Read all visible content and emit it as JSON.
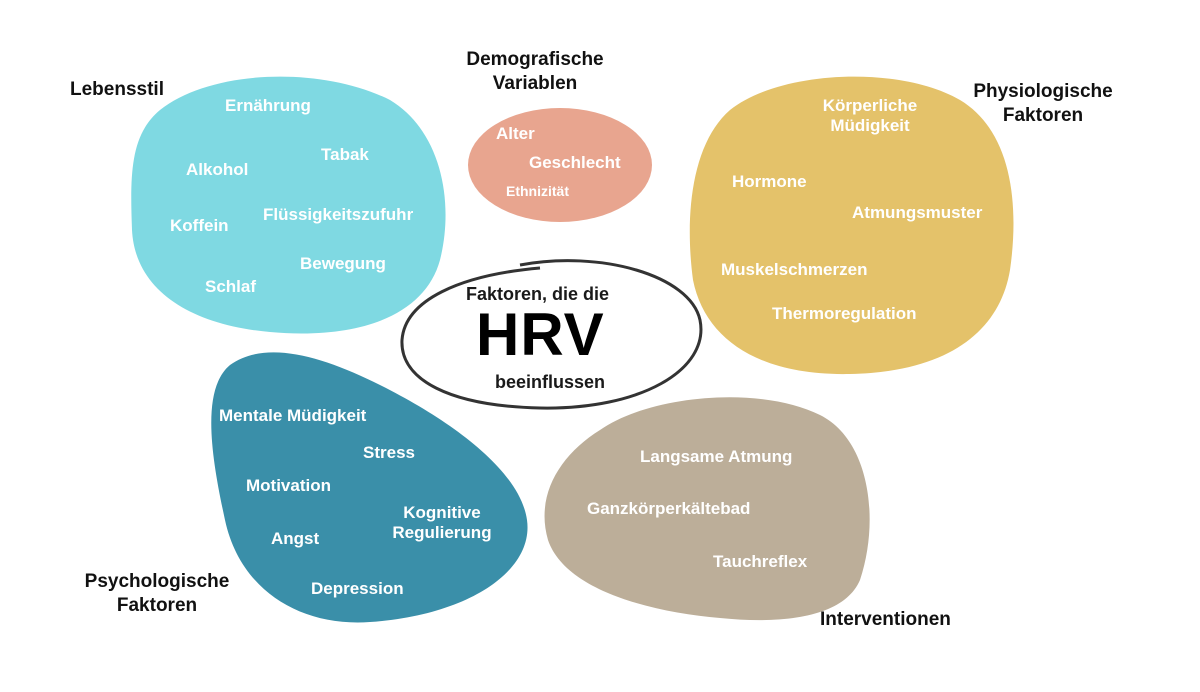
{
  "center": {
    "line1": "Faktoren, die die",
    "title": "HRV",
    "line2": "beeinflussen"
  },
  "groups": {
    "lifestyle": {
      "label": "Lebensstil",
      "color": "#7fd9e2",
      "items": [
        "Ernährung",
        "Tabak",
        "Alkohol",
        "Flüssigkeitszufuhr",
        "Koffein",
        "Bewegung",
        "Schlaf"
      ]
    },
    "demographic": {
      "label_line1": "Demografische",
      "label_line2": "Variablen",
      "color": "#e8a58f",
      "items": [
        "Alter",
        "Geschlecht",
        "Ethnizität"
      ]
    },
    "physiological": {
      "label_line1": "Physiologische",
      "label_line2": "Faktoren",
      "color": "#e4c26a",
      "items": [
        "Körperliche",
        "Müdigkeit",
        "Hormone",
        "Atmungsmuster",
        "Muskelschmerzen",
        "Thermoregulation"
      ]
    },
    "psychological": {
      "label_line1": "Psychologische",
      "label_line2": "Faktoren",
      "color": "#3a8fa9",
      "items": [
        "Mentale Müdigkeit",
        "Stress",
        "Motivation",
        "Kognitive",
        "Regulierung",
        "Angst",
        "Depression"
      ]
    },
    "interventions": {
      "label": "Interventionen",
      "color": "#bcae99",
      "items": [
        "Langsame Atmung",
        "Ganzkörperkältebad",
        "Tauchreflex"
      ]
    }
  }
}
